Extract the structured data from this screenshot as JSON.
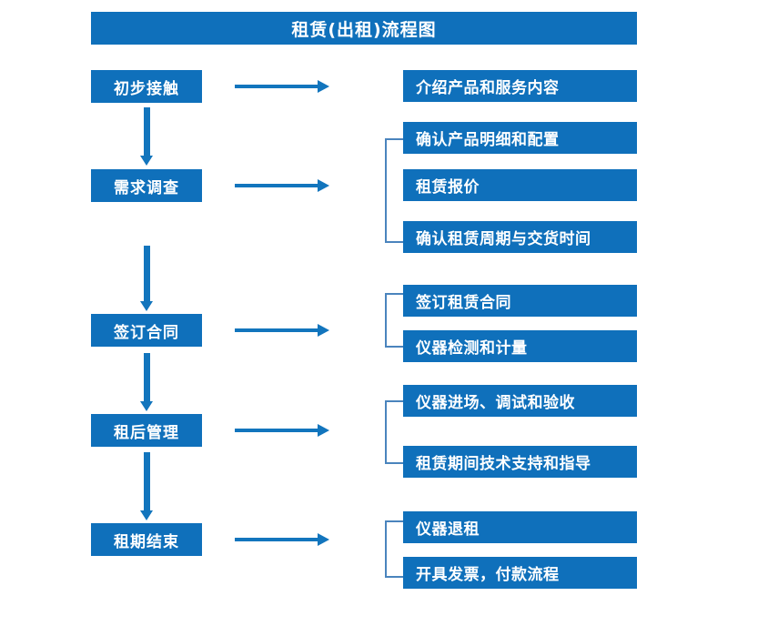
{
  "title": "租赁(出租)流程图",
  "colors": {
    "box_blue": "#0f70bb",
    "arrow_blue": "#1275bd",
    "bracket_blue": "#4a84bd",
    "text": "#ffffff",
    "background": "#ffffff"
  },
  "stages": [
    {
      "label": "初步接触"
    },
    {
      "label": "需求调查"
    },
    {
      "label": "签订合同"
    },
    {
      "label": "租后管理"
    },
    {
      "label": "租期结束"
    }
  ],
  "details": [
    {
      "label": "介绍产品和服务内容"
    },
    {
      "label": "确认产品明细和配置"
    },
    {
      "label": "租赁报价"
    },
    {
      "label": "确认租赁周期与交货时间"
    },
    {
      "label": "签订租赁合同"
    },
    {
      "label": "仪器检测和计量"
    },
    {
      "label": "仪器进场、调试和验收"
    },
    {
      "label": "租赁期间技术支持和指导"
    },
    {
      "label": "仪器退租"
    },
    {
      "label": "开具发票，付款流程"
    }
  ]
}
